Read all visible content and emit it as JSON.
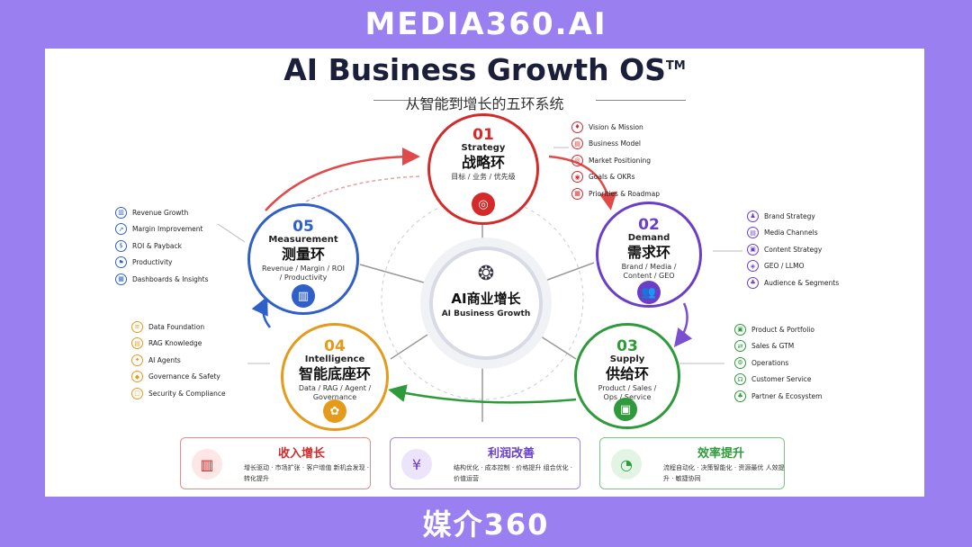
{
  "brand": {
    "top": "MEDIA360.AI",
    "bottom": "媒介360"
  },
  "title": "AI Business Growth OS",
  "title_tm": "TM",
  "subtitle": "从智能到增长的五环系统",
  "center": {
    "cn": "AI商业增长",
    "en": "AI Business Growth"
  },
  "rings": {
    "strategy": {
      "num": "01",
      "en": "Strategy",
      "cn": "战略环",
      "desc": "目标 / 业务 / 优先级",
      "color": "#d42a2a"
    },
    "demand": {
      "num": "02",
      "en": "Demand",
      "cn": "需求环",
      "desc": "Brand / Media / Content / GEO",
      "color": "#6a3fc8"
    },
    "supply": {
      "num": "03",
      "en": "Supply",
      "cn": "供给环",
      "desc": "Product / Sales / Ops / Service",
      "color": "#2e9a3a"
    },
    "intelligence": {
      "num": "04",
      "en": "Intelligence",
      "cn": "智能底座环",
      "desc": "Data / RAG / Agent / Governance",
      "color": "#e59a1c"
    },
    "measurement": {
      "num": "05",
      "en": "Measurement",
      "cn": "测量环",
      "desc": "Revenue / Margin / ROI / Productivity",
      "color": "#2f5fc8"
    }
  },
  "lists": {
    "strategy": [
      "Vision & Mission",
      "Business Model",
      "Market Positioning",
      "Goals & OKRs",
      "Priorities & Roadmap"
    ],
    "demand": [
      "Brand Strategy",
      "Media Channels",
      "Content Strategy",
      "GEO / LLMO",
      "Audience & Segments"
    ],
    "supply": [
      "Product & Portfolio",
      "Sales & GTM",
      "Operations",
      "Customer Service",
      "Partner & Ecosystem"
    ],
    "intelligence": [
      "Data Foundation",
      "RAG Knowledge",
      "AI Agents",
      "Governance & Safety",
      "Security & Compliance"
    ],
    "measurement": [
      "Revenue Growth",
      "Margin Improvement",
      "ROI & Payback",
      "Productivity",
      "Dashboards & Insights"
    ]
  },
  "outcomes": [
    {
      "title": "收入增长",
      "desc": "增长驱动 · 市场扩张 · 客户增值 新机会发现 · 转化提升",
      "color": "#d42a2a"
    },
    {
      "title": "利润改善",
      "desc": "结构优化 · 成本控制 · 价格提升 组合优化 · 价值运营",
      "color": "#6a3fc8"
    },
    {
      "title": "效率提升",
      "desc": "流程自动化 · 决策智能化 · 资源最优 人效提升 · 敏捷协同",
      "color": "#2e9a3a"
    }
  ]
}
